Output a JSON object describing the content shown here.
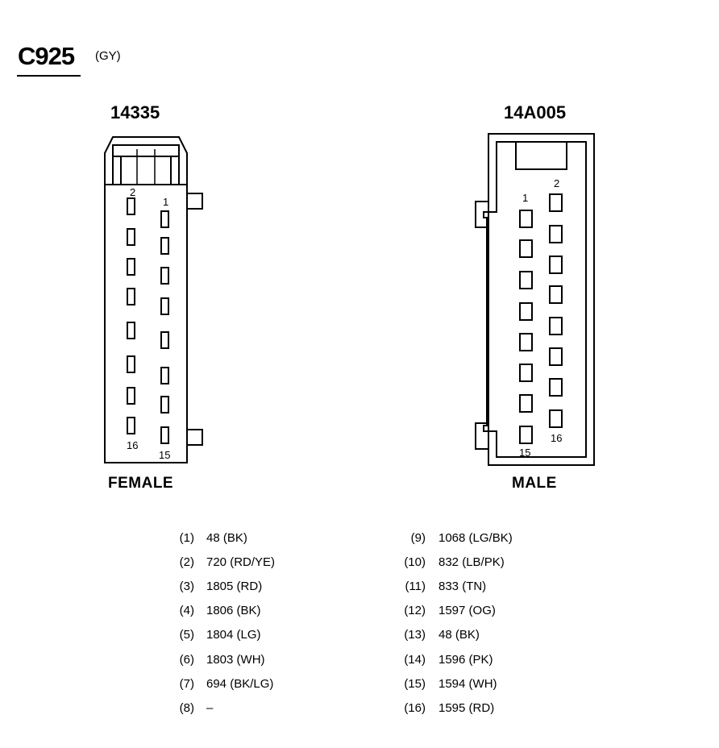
{
  "connector": {
    "id": "C925",
    "color_code": "(GY)"
  },
  "female": {
    "part_number": "14335",
    "label": "FEMALE",
    "pin_labels": [
      "2",
      "1",
      "16",
      "15"
    ]
  },
  "male": {
    "part_number": "14A005",
    "label": "MALE",
    "pin_labels": [
      "1",
      "2",
      "15",
      "16"
    ]
  },
  "pinout": {
    "left": [
      {
        "pin": "(1)",
        "wire": "48 (BK)"
      },
      {
        "pin": "(2)",
        "wire": "720 (RD/YE)"
      },
      {
        "pin": "(3)",
        "wire": "1805 (RD)"
      },
      {
        "pin": "(4)",
        "wire": "1806 (BK)"
      },
      {
        "pin": "(5)",
        "wire": "1804 (LG)"
      },
      {
        "pin": "(6)",
        "wire": "1803 (WH)"
      },
      {
        "pin": "(7)",
        "wire": "694 (BK/LG)"
      },
      {
        "pin": "(8)",
        "wire": "–"
      }
    ],
    "right": [
      {
        "pin": "(9)",
        "wire": "1068 (LG/BK)"
      },
      {
        "pin": "(10)",
        "wire": "832 (LB/PK)"
      },
      {
        "pin": "(11)",
        "wire": "833 (TN)"
      },
      {
        "pin": "(12)",
        "wire": "1597 (OG)"
      },
      {
        "pin": "(13)",
        "wire": "48 (BK)"
      },
      {
        "pin": "(14)",
        "wire": "1596 (PK)"
      },
      {
        "pin": "(15)",
        "wire": "1594 (WH)"
      },
      {
        "pin": "(16)",
        "wire": "1595 (RD)"
      }
    ]
  }
}
